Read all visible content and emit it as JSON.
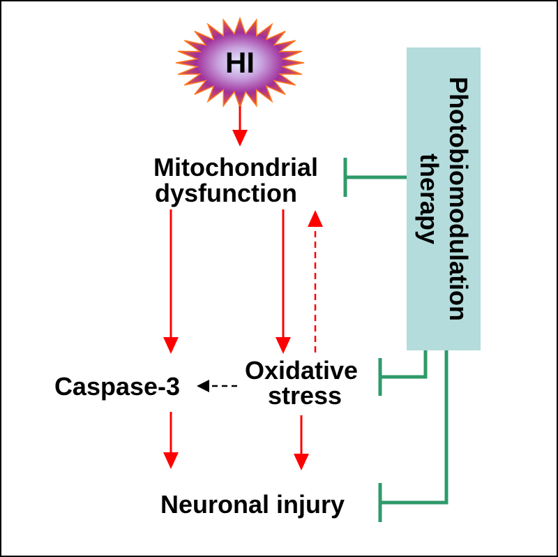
{
  "nodes": {
    "hi": "HI",
    "mito_line1": "Mitochondrial",
    "mito_line2": "dysfunction",
    "oxidative_line1": "Oxidative",
    "oxidative_line2": "stress",
    "caspase": "Caspase-3",
    "neuronal": "Neuronal injury",
    "therapy_line1": "Photobiomodulation",
    "therapy_line2": "therapy"
  },
  "colors": {
    "activation_arrow": "#ff0000",
    "inhibition": "#2e9a6a",
    "therapy_box": "#b4dcdc",
    "starburst_outer": "#ff6a1a",
    "starburst_mid": "#a0309a",
    "starburst_core": "#dde6ff",
    "text": "#000000"
  }
}
